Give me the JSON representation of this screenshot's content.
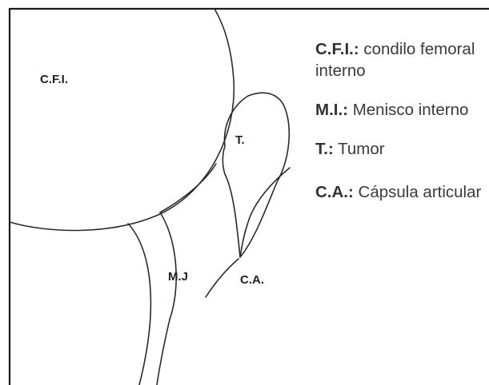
{
  "diagram": {
    "region_labels": {
      "cfi": "C.F.I.",
      "tumor": "T.",
      "meniscus": "M.J",
      "capsule": "C.A."
    },
    "legend": [
      {
        "abbr": "C.F.I.:",
        "text": " condilo femoral interno"
      },
      {
        "abbr": "M.I.:",
        "text": " Menisco interno"
      },
      {
        "abbr": "T.:",
        "text": " Tumor"
      },
      {
        "abbr": "C.A.:",
        "text": " Cápsula articular"
      }
    ]
  }
}
